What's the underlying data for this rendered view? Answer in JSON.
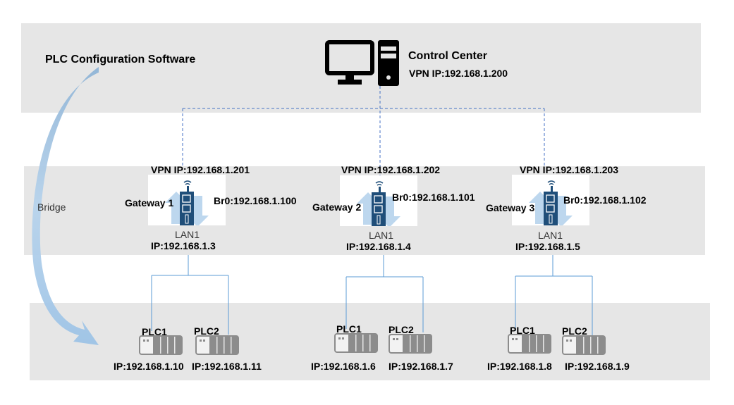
{
  "diagram": {
    "title_left": "PLC Configuration Software",
    "bridge_label": "Bridge",
    "control_center": {
      "name": "Control Center",
      "vpn_ip": "VPN IP:192.168.1.200",
      "icon": "desktop-computer-icon"
    },
    "gateways": [
      {
        "name": "Gateway 1",
        "vpn_ip": "VPN IP:192.168.1.201",
        "br0": "Br0:192.168.1.100",
        "lan_label": "LAN1",
        "lan_ip": "IP:192.168.1.3",
        "plcs": [
          {
            "name": "PLC1",
            "ip": "IP:192.168.1.10"
          },
          {
            "name": "PLC2",
            "ip": "IP:192.168.1.11"
          }
        ]
      },
      {
        "name": "Gateway 2",
        "vpn_ip": "VPN IP:192.168.1.202",
        "br0": "Br0:192.168.1.101",
        "lan_label": "LAN1",
        "lan_ip": "IP:192.168.1.4",
        "plcs": [
          {
            "name": "PLC1",
            "ip": "IP:192.168.1.6"
          },
          {
            "name": "PLC2",
            "ip": "IP:192.168.1.7"
          }
        ]
      },
      {
        "name": "Gateway 3",
        "vpn_ip": "VPN IP:192.168.1.203",
        "br0": "Br0:192.168.1.102",
        "lan_label": "LAN1",
        "lan_ip": "IP:192.168.1.5",
        "plcs": [
          {
            "name": "PLC1",
            "ip": "IP:192.168.1.8"
          },
          {
            "name": "PLC2",
            "ip": "IP:192.168.1.9"
          }
        ]
      }
    ],
    "colors": {
      "band": "#e6e6e6",
      "vpn_line": "#4472c4",
      "lan_line": "#5b9bd5",
      "gateway_device": "#1f4e79",
      "arrow": "#9dc3e6",
      "plc_body": "#8c8c8c"
    }
  }
}
